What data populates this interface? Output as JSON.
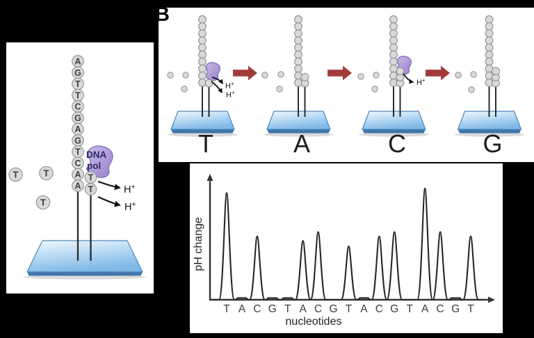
{
  "colors": {
    "background": "#000000",
    "panel": "#ffffff",
    "bead_fill": "#d9d9d9",
    "bead_stroke": "#8f8f8f",
    "bead_letter": "#3c3c3c",
    "chip_stroke": "#4d88bb",
    "chip_front": "#3f76ab",
    "polymerase_stroke": "#7d68b5",
    "red_arrow": "#a23c3c",
    "ink": "#1c1c1c",
    "enzyme_text": "#2b2a66"
  },
  "panel_a": {
    "template_sequence": [
      "A",
      "G",
      "T",
      "T",
      "C",
      "G",
      "A",
      "G",
      "T",
      "C",
      "A",
      "A"
    ],
    "new_strand_sequence": [
      "T",
      "T"
    ],
    "free_nucleotide_letters": [
      "T",
      "T",
      "T"
    ],
    "enzyme_label": [
      "DNA",
      "pol"
    ],
    "proton_labels": [
      "H⁺",
      "H⁺"
    ]
  },
  "panel_b": {
    "corner_label": "B",
    "stages": [
      {
        "label": "T",
        "template_bead_count": 10,
        "new_bead_count": 1,
        "has_polymerase": true,
        "proton_labels": [
          "H⁺",
          "H⁺"
        ],
        "floating_dot_count": 3
      },
      {
        "label": "A",
        "template_bead_count": 10,
        "new_bead_count": 2,
        "has_polymerase": false,
        "proton_labels": [],
        "floating_dot_count": 3
      },
      {
        "label": "C",
        "template_bead_count": 10,
        "new_bead_count": 3,
        "has_polymerase": true,
        "proton_labels": [
          "H⁺"
        ],
        "floating_dot_count": 3
      },
      {
        "label": "G",
        "template_bead_count": 10,
        "new_bead_count": 3,
        "has_polymerase": false,
        "proton_labels": [],
        "floating_dot_count": 3
      }
    ]
  },
  "chart_data": {
    "type": "line",
    "title": "",
    "xlabel": "nucleotides",
    "ylabel": "pH change",
    "categories": [
      "T",
      "A",
      "C",
      "G",
      "T",
      "A",
      "C",
      "G",
      "T",
      "A",
      "C",
      "G",
      "T",
      "A",
      "C",
      "G",
      "T"
    ],
    "values": [
      0.96,
      0.01,
      0.57,
      0.01,
      0.01,
      0.53,
      0.61,
      0,
      0.48,
      0.01,
      0.57,
      0.61,
      0,
      1.0,
      0.61,
      0.01,
      0.57
    ],
    "ylim": [
      0,
      1
    ],
    "grid": false,
    "legend": false,
    "axis_arrowheads": true
  }
}
